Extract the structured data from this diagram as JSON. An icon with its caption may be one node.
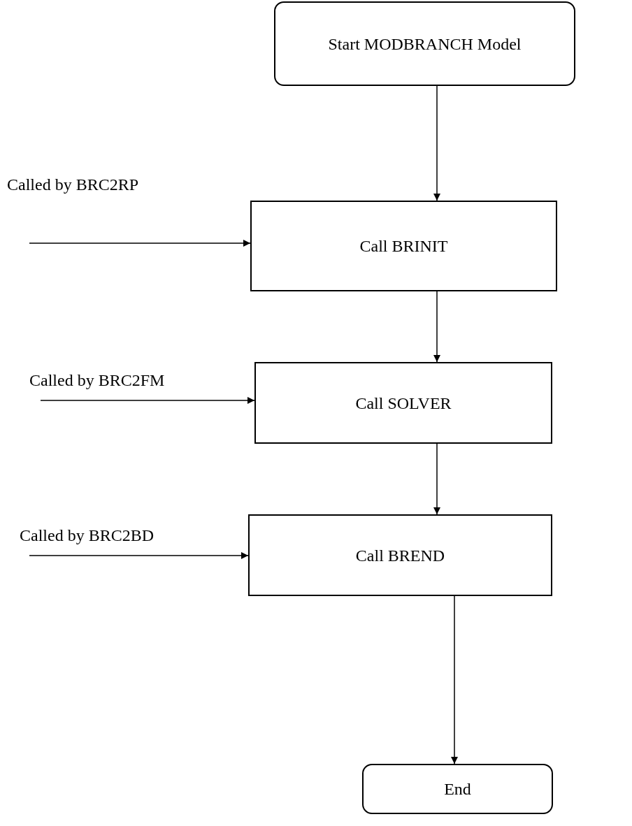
{
  "diagram": {
    "nodes": [
      {
        "text": [
          "Start MODBRANCH Model"
        ]
      },
      {
        "text": [
          "Call BRINIT"
        ]
      },
      {
        "text": [
          "Call SOLVER"
        ]
      },
      {
        "text": [
          "Call BREND"
        ]
      },
      {
        "text": [
          "End"
        ]
      }
    ],
    "edges": [
      {
        "from": 0,
        "to": 1,
        "arrow": "to"
      },
      {
        "from": null,
        "to": 1,
        "arrow": "to",
        "label": "Called by BRC2RP"
      },
      {
        "from": 1,
        "to": 2,
        "arrow": "to"
      },
      {
        "from": null,
        "to": 2,
        "arrow": "to",
        "label": "Called by BRC2FM"
      },
      {
        "from": 2,
        "to": 3,
        "arrow": "to"
      },
      {
        "from": null,
        "to": 3,
        "arrow": "to",
        "label": "Called by BRC2BD"
      },
      {
        "from": 3,
        "to": 4,
        "arrow": "to"
      }
    ]
  }
}
